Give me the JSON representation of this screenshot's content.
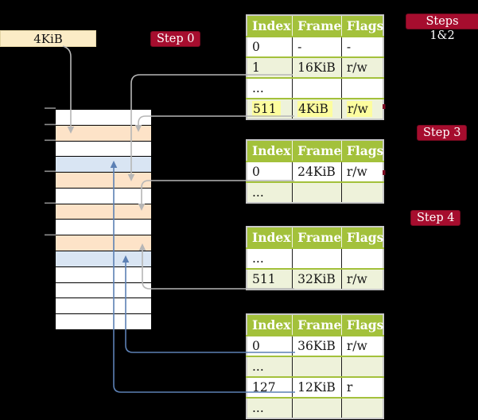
{
  "diagram": {
    "frame_size_label": "4KiB",
    "steps": [
      {
        "label": "Step 0"
      },
      {
        "label": "Steps 1&2"
      },
      {
        "label": "Step 3"
      },
      {
        "label": "Step 4"
      }
    ],
    "memory": {
      "description": "physical memory frames, 4KiB each, top = 0",
      "rows": [
        "white",
        "orange",
        "white",
        "blue",
        "orange",
        "white",
        "orange",
        "white",
        "orange",
        "blue",
        "white",
        "white",
        "white",
        "white"
      ]
    },
    "page_tables": [
      {
        "id": "page-table-1",
        "headers": [
          "Index",
          "Frame",
          "Flags"
        ],
        "rows": [
          {
            "cells": [
              "0",
              "-",
              "-"
            ],
            "shade": false,
            "highlight": false
          },
          {
            "cells": [
              "1",
              "16KiB",
              "r/w"
            ],
            "shade": true,
            "highlight": false
          },
          {
            "cells": [
              "...",
              "",
              ""
            ],
            "shade": false,
            "highlight": false
          },
          {
            "cells": [
              "511",
              "4KiB",
              "r/w"
            ],
            "shade": true,
            "highlight": true
          }
        ]
      },
      {
        "id": "page-table-2",
        "headers": [
          "Index",
          "Frame",
          "Flags"
        ],
        "rows": [
          {
            "cells": [
              "0",
              "24KiB",
              "r/w"
            ],
            "shade": false,
            "highlight": false
          },
          {
            "cells": [
              "...",
              "",
              ""
            ],
            "shade": true,
            "highlight": false
          }
        ]
      },
      {
        "id": "page-table-3",
        "headers": [
          "Index",
          "Frame",
          "Flags"
        ],
        "rows": [
          {
            "cells": [
              "...",
              "",
              ""
            ],
            "shade": false,
            "highlight": false
          },
          {
            "cells": [
              "511",
              "32KiB",
              "r/w"
            ],
            "shade": true,
            "highlight": false
          }
        ]
      },
      {
        "id": "page-table-4",
        "headers": [
          "Index",
          "Frame",
          "Flags"
        ],
        "rows": [
          {
            "cells": [
              "0",
              "36KiB",
              "r/w"
            ],
            "shade": false,
            "highlight": false
          },
          {
            "cells": [
              "...",
              "",
              ""
            ],
            "shade": true,
            "highlight": false
          },
          {
            "cells": [
              "127",
              "12KiB",
              "r"
            ],
            "shade": false,
            "highlight": false
          },
          {
            "cells": [
              "...",
              "",
              ""
            ],
            "shade": true,
            "highlight": false
          }
        ]
      }
    ],
    "colors": {
      "background": "#000000",
      "table_header_green": "#a3c13b",
      "table_row_green": "#eef2da",
      "memory_orange_frame": "#fde3c8",
      "memory_blue_frame": "#d9e5f3",
      "highlight_yellow": "#fdfd9e",
      "step_label_crimson": "#a60d2e",
      "frame_size_cream": "#fbecc6",
      "gray_arrow": "#b6b6b6",
      "blue_arrow": "#5c80b4"
    }
  }
}
